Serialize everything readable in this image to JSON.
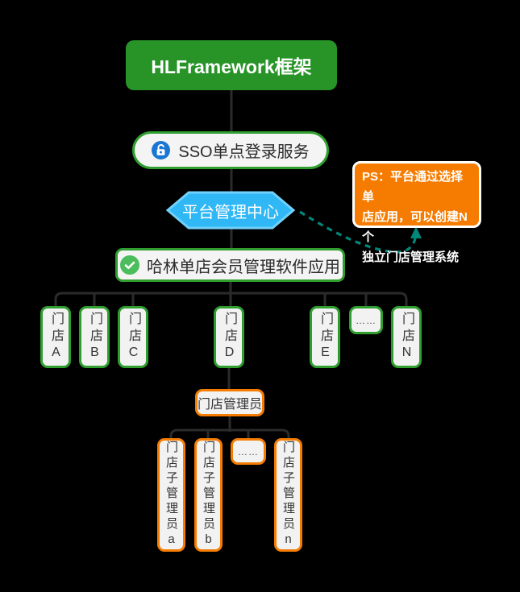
{
  "diagram": {
    "title": "HLFramework框架",
    "sso_label": "SSO单点登录服务",
    "platform_label": "平台管理中心",
    "ps_note_lines": {
      "line1": "PS：平台通过选择单",
      "line2": "店应用，可以创建N个",
      "line3": "独立门店管理系统"
    },
    "app_label": "哈林单店会员管理软件应用",
    "stores": [
      "门店A",
      "门店B",
      "门店C",
      "门店D",
      "门店E",
      "……",
      "门店N"
    ],
    "store_manager_label": "门店管理员",
    "sub_managers": [
      "门店子管理员a",
      "门店子管理员b",
      "……",
      "门店子管理员n"
    ],
    "icons": {
      "lock_icon": "unlocked-padlock-in-blue-circle",
      "check_icon": "white-checkmark-in-green-circle"
    },
    "colors": {
      "background": "#000000",
      "title_green": "#289428",
      "node_border_green": "#2f9e2f",
      "node_bg": "#f4f4f4",
      "hexagon_fill": "#2fb7f6",
      "hexagon_border": "#72d1fa",
      "orange": "#f57c00",
      "lock_blue": "#1976d2",
      "check_green": "#4cbd5c",
      "connector_gray": "#2b2b2b",
      "arrow_teal": "#00877a"
    }
  }
}
